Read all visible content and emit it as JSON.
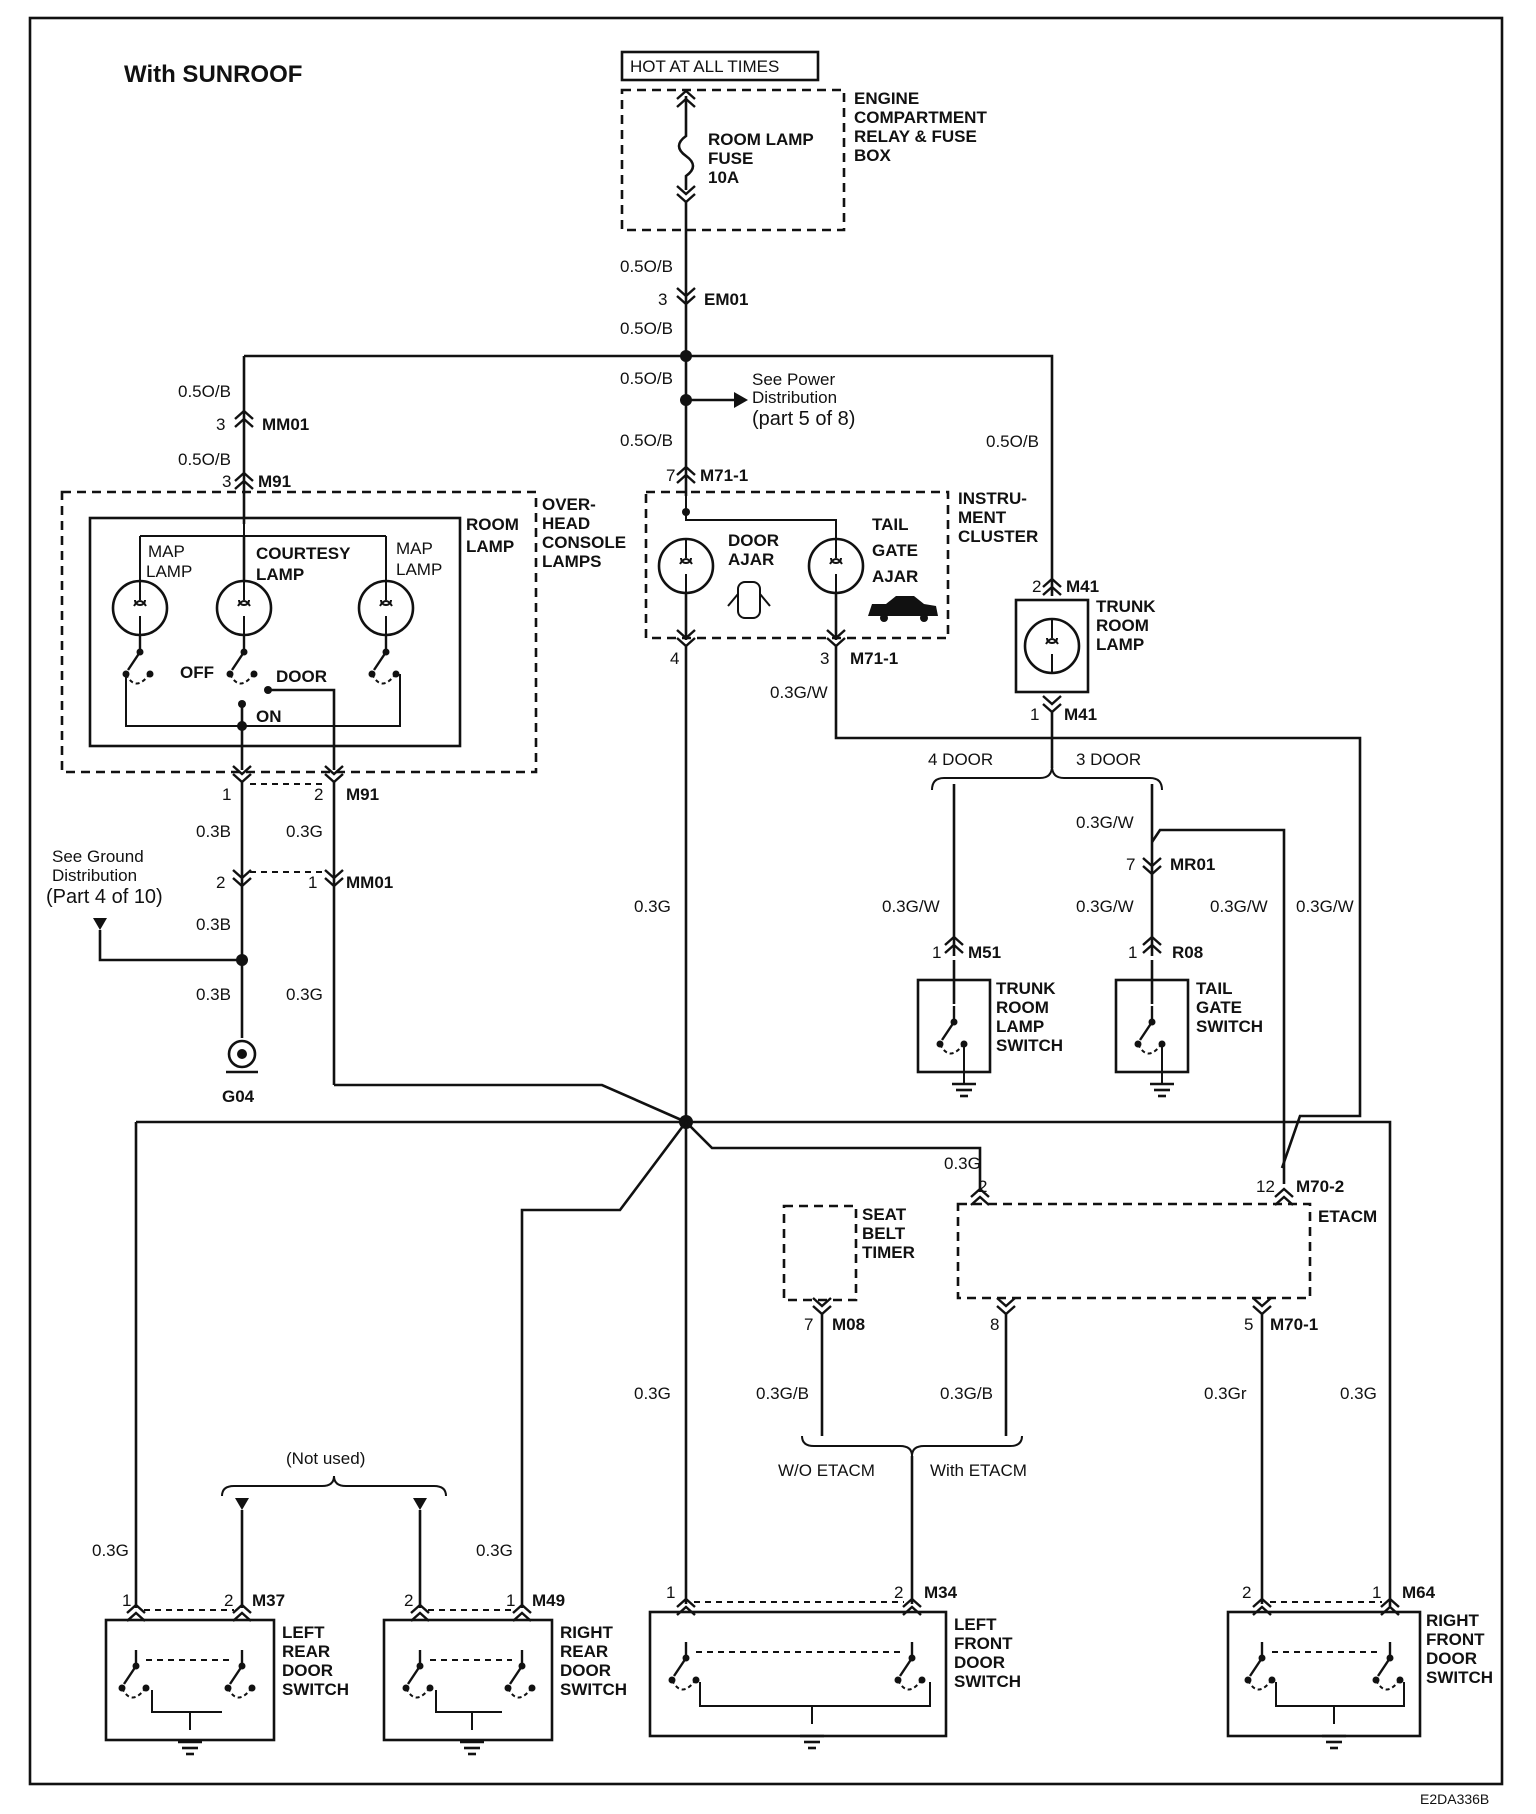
{
  "title": "With SUNROOF",
  "hot_label": "HOT AT ALL TIMES",
  "fuse": {
    "name_lines": [
      "ROOM LAMP",
      "FUSE",
      "10A"
    ],
    "box_lines": [
      "ENGINE",
      "COMPARTMENT",
      "RELAY & FUSE",
      "BOX"
    ]
  },
  "connectors": {
    "em01": "EM01",
    "mm01": "MM01",
    "m91": "M91",
    "m71_1": "M71-1",
    "m41": "M41",
    "mr01": "MR01",
    "m51": "M51",
    "r08": "R08",
    "m70_2": "M70-2",
    "m70_1": "M70-1",
    "m08": "M08",
    "m37": "M37",
    "m49": "M49",
    "m34": "M34",
    "m64": "M64",
    "g04": "G04"
  },
  "pins": {
    "p1": "1",
    "p2": "2",
    "p3": "3",
    "p4": "4",
    "p5": "5",
    "p7": "7",
    "p8": "8",
    "p12": "12"
  },
  "wires": {
    "o_b": "0.5O/B",
    "b": "0.3B",
    "g": "0.3G",
    "g_w": "0.3G/W",
    "g_b": "0.3G/B",
    "gr": "0.3Gr"
  },
  "notes": {
    "see_power": [
      "See Power",
      "Distribution",
      "(part 5 of 8)"
    ],
    "see_ground": [
      "See Ground",
      "Distribution",
      "(Part 4 of 10)"
    ],
    "four_door": "4 DOOR",
    "three_door": "3 DOOR",
    "not_used": "(Not used)",
    "wo_etacm": "W/O ETACM",
    "with_etacm": "With ETACM"
  },
  "components": {
    "overhead_lines": [
      "OVER-",
      "HEAD",
      "CONSOLE",
      "LAMPS"
    ],
    "room_lamp_lines": [
      "ROOM",
      "LAMP"
    ],
    "map_lamp_lines": [
      "MAP",
      "LAMP"
    ],
    "courtesy_lines": [
      "COURTESY",
      "LAMP"
    ],
    "switch_off": "OFF",
    "switch_door": "DOOR",
    "switch_on": "ON",
    "instrument_lines": [
      "INSTRU-",
      "MENT",
      "CLUSTER"
    ],
    "door_ajar_lines": [
      "DOOR",
      "AJAR"
    ],
    "tail_gate_ajar_lines": [
      "TAIL",
      "GATE",
      "AJAR"
    ],
    "trunk_room_lamp_lines": [
      "TRUNK",
      "ROOM",
      "LAMP"
    ],
    "trunk_switch_lines": [
      "TRUNK",
      "ROOM",
      "LAMP",
      "SWITCH"
    ],
    "tail_gate_switch_lines": [
      "TAIL",
      "GATE",
      "SWITCH"
    ],
    "seat_belt_lines": [
      "SEAT",
      "BELT",
      "TIMER"
    ],
    "etacm": "ETACM",
    "left_rear_lines": [
      "LEFT",
      "REAR",
      "DOOR",
      "SWITCH"
    ],
    "right_rear_lines": [
      "RIGHT",
      "REAR",
      "DOOR",
      "SWITCH"
    ],
    "left_front_lines": [
      "LEFT",
      "FRONT",
      "DOOR",
      "SWITCH"
    ],
    "right_front_lines": [
      "RIGHT",
      "FRONT",
      "DOOR",
      "SWITCH"
    ]
  },
  "code": "E2DA336B"
}
